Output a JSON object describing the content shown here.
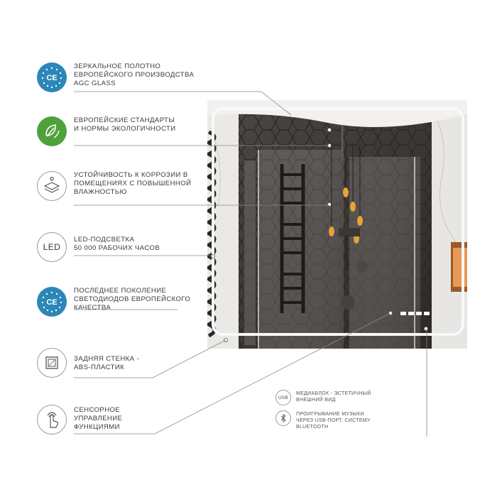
{
  "features": [
    {
      "icon": "ce-mark-icon",
      "text": "Зеркальное  полотно\nевропейского производства\nAGC GLASS"
    },
    {
      "icon": "eco-leaf-icon",
      "text": "Европейские стандарты\nи нормы экологичности"
    },
    {
      "icon": "moisture-layers-icon",
      "text": "Устойчивость к коррозии в\nпомещениях с повышенной\nвлажностью"
    },
    {
      "icon": "led-icon",
      "icon_label": "LED",
      "text": "LED-подсветка\n50 000 рабочих часов"
    },
    {
      "icon": "ce-mark-icon",
      "text": "Последнее поколение\nсветодиодов европейского\nкачества"
    },
    {
      "icon": "back-panel-icon",
      "text": "Задняя стенка -\nABS-пластик"
    },
    {
      "icon": "touch-hand-icon",
      "text": "Сенсорное\nуправление\nфункциями"
    }
  ],
  "small_features": [
    {
      "icon": "usb-icon",
      "icon_label": "USB",
      "text": "Медиаблок - эстетичный\nвнешний вид"
    },
    {
      "icon": "bluetooth-icon",
      "text": "Проигрывание музыки\nчерез USB-порт, систему\nbluetooth"
    }
  ],
  "colors": {
    "ce_blue": "#2c86b8",
    "eco_green": "#4ea23c",
    "led_frame": "#f4f6fb",
    "tile_dark": "#3b3633"
  }
}
